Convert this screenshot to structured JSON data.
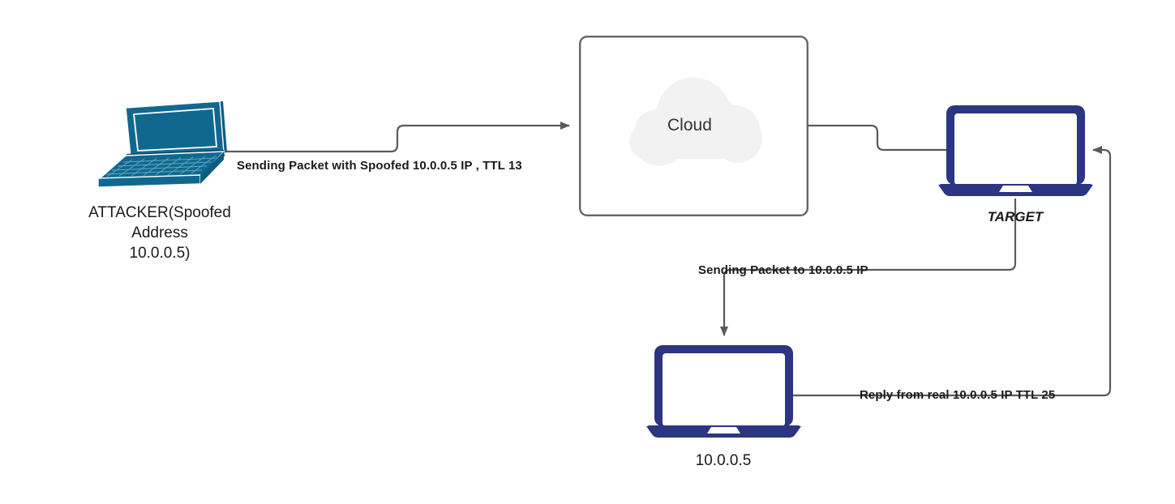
{
  "diagram": {
    "title": "IP Spoofing / TTL Reflection Attack Diagram",
    "colors": {
      "attacker_laptop": "#10688f",
      "device_navy": "#2b3581",
      "wire": "#5a5a5a",
      "box_border": "#666666",
      "cloud_fill": "#f2f2f2",
      "text": "#1a1a1a"
    },
    "nodes": [
      {
        "id": "attacker",
        "icon": "laptop-isometric-icon",
        "label_lines": [
          "ATTACKER(Spoofed",
          "Address",
          "10.0.0.5)"
        ]
      },
      {
        "id": "cloud",
        "icon": "cloud-icon",
        "label": "Cloud"
      },
      {
        "id": "target",
        "icon": "laptop-front-icon",
        "label": "TARGET"
      },
      {
        "id": "victim",
        "icon": "laptop-front-icon",
        "label": "10.0.0.5"
      }
    ],
    "edges": [
      {
        "id": "attacker-to-cloud",
        "label": "Sending Packet with Spoofed 10.0.0.5 IP , TTL 13",
        "from": "attacker",
        "to": "cloud",
        "arrow": "end"
      },
      {
        "id": "cloud-to-target",
        "label": "",
        "from": "cloud",
        "to": "target",
        "arrow": "none"
      },
      {
        "id": "target-to-victim",
        "label": "Sending Packet to 10.0.0.5 IP",
        "from": "target",
        "to": "victim",
        "arrow": "end"
      },
      {
        "id": "victim-to-target",
        "label": "Reply from real 10.0.0.5 IP TTL 25",
        "from": "victim",
        "to": "target",
        "arrow": "end"
      }
    ]
  }
}
